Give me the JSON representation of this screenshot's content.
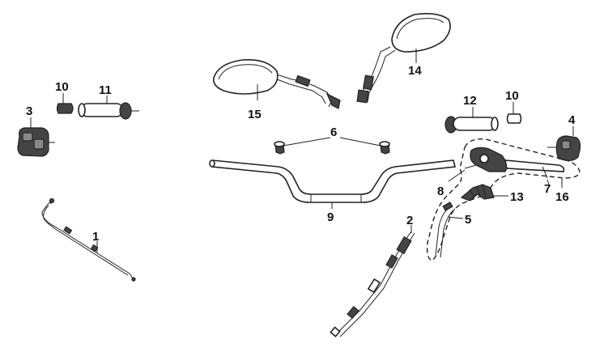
{
  "callouts": [
    {
      "id": "1",
      "text": "1"
    },
    {
      "id": "2",
      "text": "2"
    },
    {
      "id": "3",
      "text": "3"
    },
    {
      "id": "4",
      "text": "4"
    },
    {
      "id": "5",
      "text": "5"
    },
    {
      "id": "6",
      "text": "6"
    },
    {
      "id": "7",
      "text": "7"
    },
    {
      "id": "8",
      "text": "8"
    },
    {
      "id": "9",
      "text": "9"
    },
    {
      "id": "10a",
      "text": "10"
    },
    {
      "id": "10b",
      "text": "10"
    },
    {
      "id": "11",
      "text": "11"
    },
    {
      "id": "12",
      "text": "12"
    },
    {
      "id": "13",
      "text": "13"
    },
    {
      "id": "14",
      "text": "14"
    },
    {
      "id": "15",
      "text": "15"
    },
    {
      "id": "16",
      "text": "16"
    }
  ]
}
